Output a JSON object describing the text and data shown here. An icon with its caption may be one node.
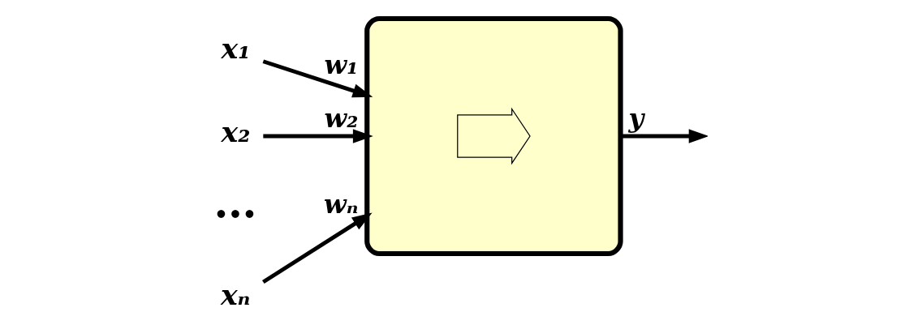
{
  "diagram": {
    "nodes": [
      {
        "text": [
          "x₁"
        ]
      },
      {
        "text": [
          "x₂"
        ]
      },
      {
        "text": [
          "xₙ"
        ]
      },
      {
        "text": [],
        "shape": "box"
      },
      {
        "text": [],
        "shape": "arrow",
        "in": 3
      }
    ],
    "edges": [
      {
        "from": 0,
        "to": 3,
        "arrow": "to",
        "label": "w₁"
      },
      {
        "from": 1,
        "to": 3,
        "arrow": "to",
        "label": "w₂"
      },
      {
        "from": 2,
        "to": 3,
        "arrow": "to",
        "label": "wₙ"
      },
      {
        "from": 3,
        "to": null,
        "arrow": "to",
        "label": "y"
      }
    ],
    "labels": [
      "•••"
    ]
  }
}
